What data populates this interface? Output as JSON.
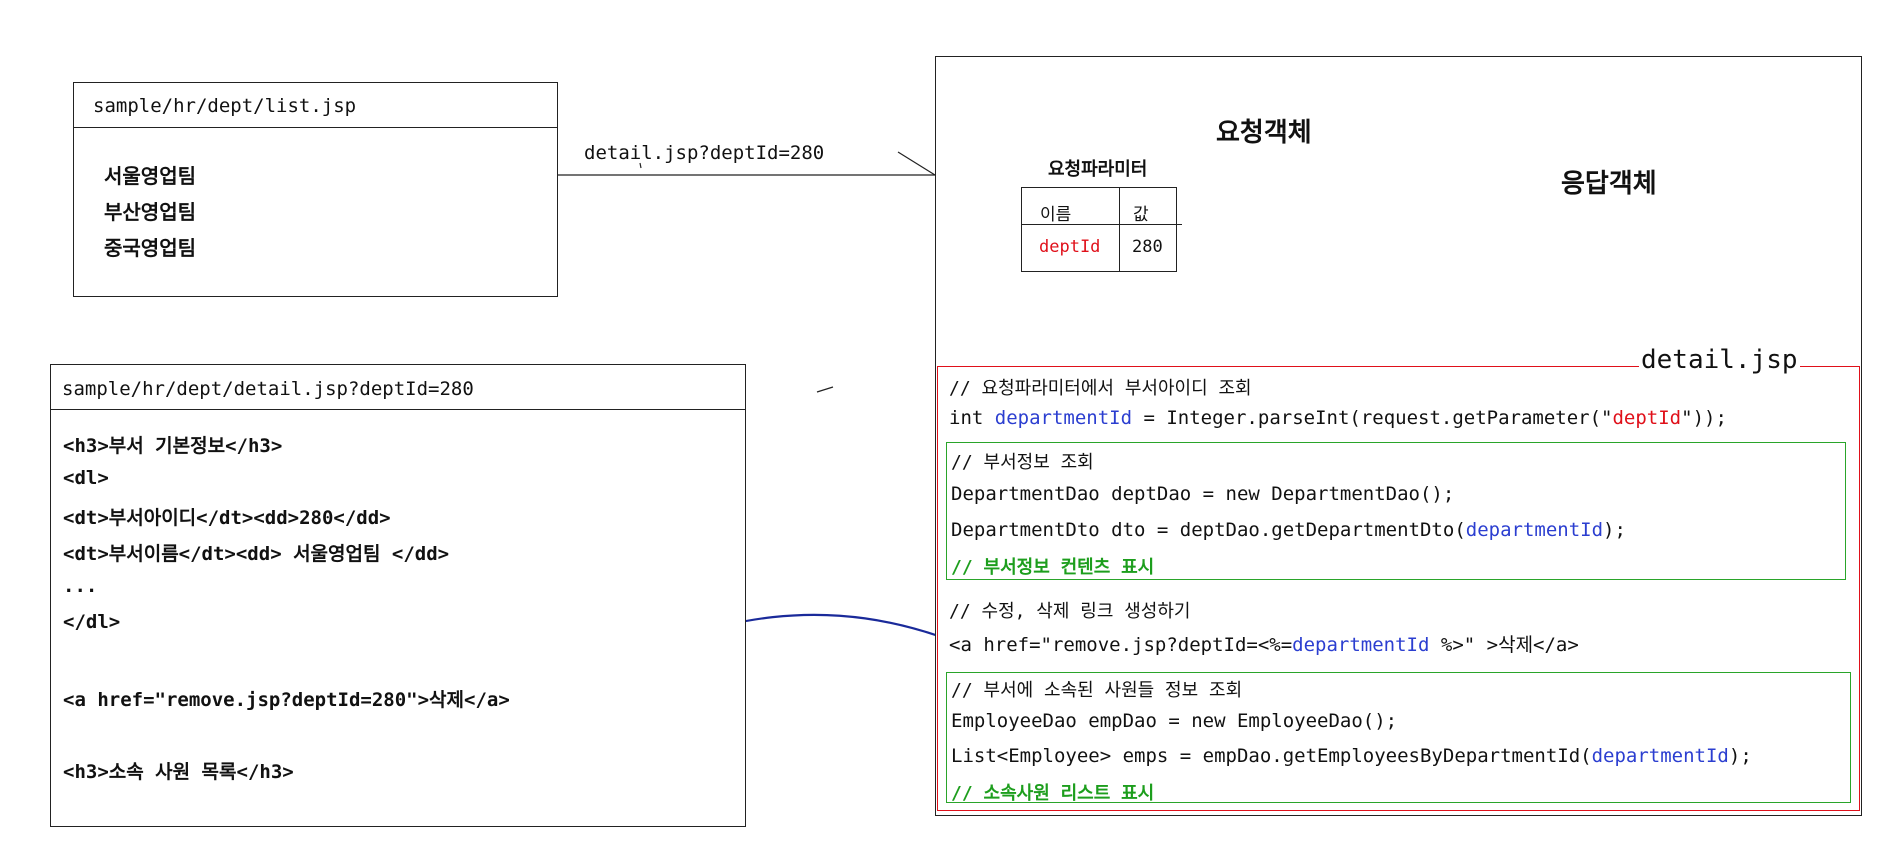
{
  "list_panel": {
    "title": "sample/hr/dept/list.jsp",
    "items": [
      "서울영업팀",
      "부산영업팀",
      "중국영업팀"
    ]
  },
  "request_url": "detail.jsp?deptId=280",
  "detail_panel": {
    "title": "sample/hr/dept/detail.jsp?deptId=280",
    "lines": [
      "<h3>부서 기본정보</h3>",
      "<dl>",
      "<dt>부서아이디</dt><dd>280</dd>",
      "<dt>부서이름</dt><dd> 서울영업팀 </dd>",
      "...",
      "</dl>",
      "<a href=\"remove.jsp?deptId=280\">삭제</a>",
      "<h3>소속 사원 목록</h3>"
    ],
    "link_prefix": "<a href=\"",
    "link_url": "remove.jsp?deptId=280",
    "link_suffix": "\">삭제</a>"
  },
  "server": {
    "request_object_label": "요청객체",
    "response_object_label": "응답객체",
    "param_table_title": "요청파라미터",
    "param_headers": [
      "이름",
      "값"
    ],
    "param_rows": [
      {
        "name": "deptId",
        "value": "280"
      }
    ],
    "jsp_label": "detail.jsp",
    "code": {
      "c1": "// 요청파라미터에서 부서아이디 조회",
      "l1_a": "int ",
      "l1_var": "departmentId",
      "l1_b": " = Integer.parseInt(request.getParameter(\"",
      "l1_param": "deptId",
      "l1_c": "\"));",
      "c2": "// 부서정보 조회",
      "l2": "DepartmentDao deptDao = new DepartmentDao();",
      "l3_a": "DepartmentDto dto = deptDao.getDepartmentDto(",
      "l3_var": "departmentId",
      "l3_b": ");",
      "g1": "// 부서정보 컨텐츠 표시",
      "c3": "// 수정, 삭제 링크 생성하기",
      "l4_a": "<a href=\"remove.jsp?deptId=<%=",
      "l4_var": "departmentId",
      "l4_b": " %>\" >삭제</a>",
      "c4": "// 부서에 소속된 사원들 정보 조회",
      "l5": "EmployeeDao empDao = new EmployeeDao();",
      "l6_a": "List<Employee> emps = empDao.getEmployeesByDepartmentId(",
      "l6_var": "departmentId",
      "l6_b": ");",
      "g2": "// 소속사원 리스트 표시"
    }
  },
  "colors": {
    "red": "#e0101a",
    "blue": "#2b3ed0",
    "green": "#1d9e1d",
    "dark_blue": "#1a2a9a"
  }
}
